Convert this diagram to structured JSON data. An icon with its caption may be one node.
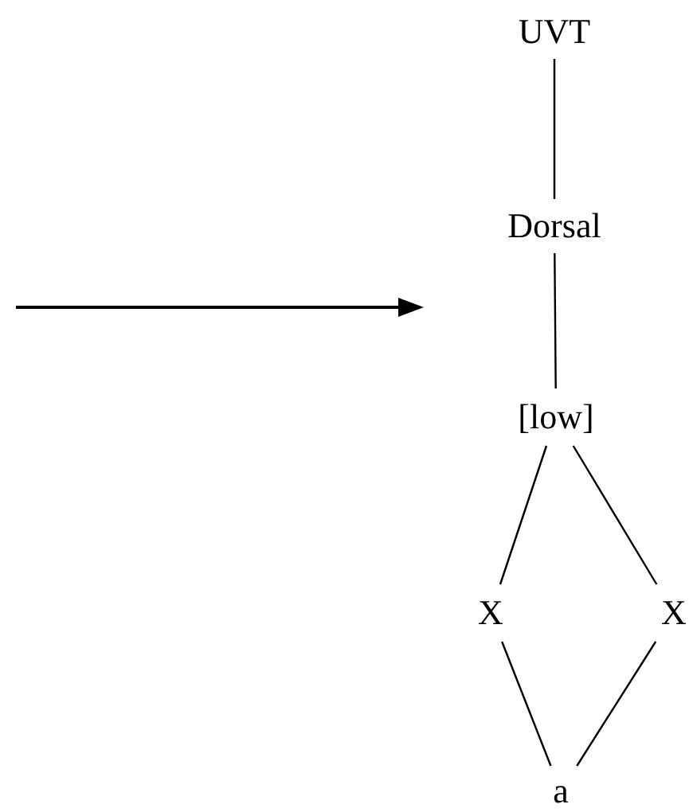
{
  "diagram": {
    "nodes": [
      {
        "text": [
          "UVT"
        ]
      },
      {
        "text": [
          "Dorsal"
        ]
      },
      {
        "text": [
          "[low]"
        ]
      },
      {
        "text": [
          "X"
        ]
      },
      {
        "text": [
          "X"
        ]
      },
      {
        "text": [
          "a"
        ]
      }
    ],
    "edges": [
      {
        "from": 0,
        "to": 1,
        "arrow": "none"
      },
      {
        "from": 1,
        "to": 2,
        "arrow": "none"
      },
      {
        "from": 2,
        "to": 3,
        "arrow": "none"
      },
      {
        "from": 2,
        "to": 4,
        "arrow": "none"
      },
      {
        "from": 3,
        "to": 5,
        "arrow": "none"
      },
      {
        "from": 4,
        "to": 5,
        "arrow": "none"
      }
    ]
  }
}
